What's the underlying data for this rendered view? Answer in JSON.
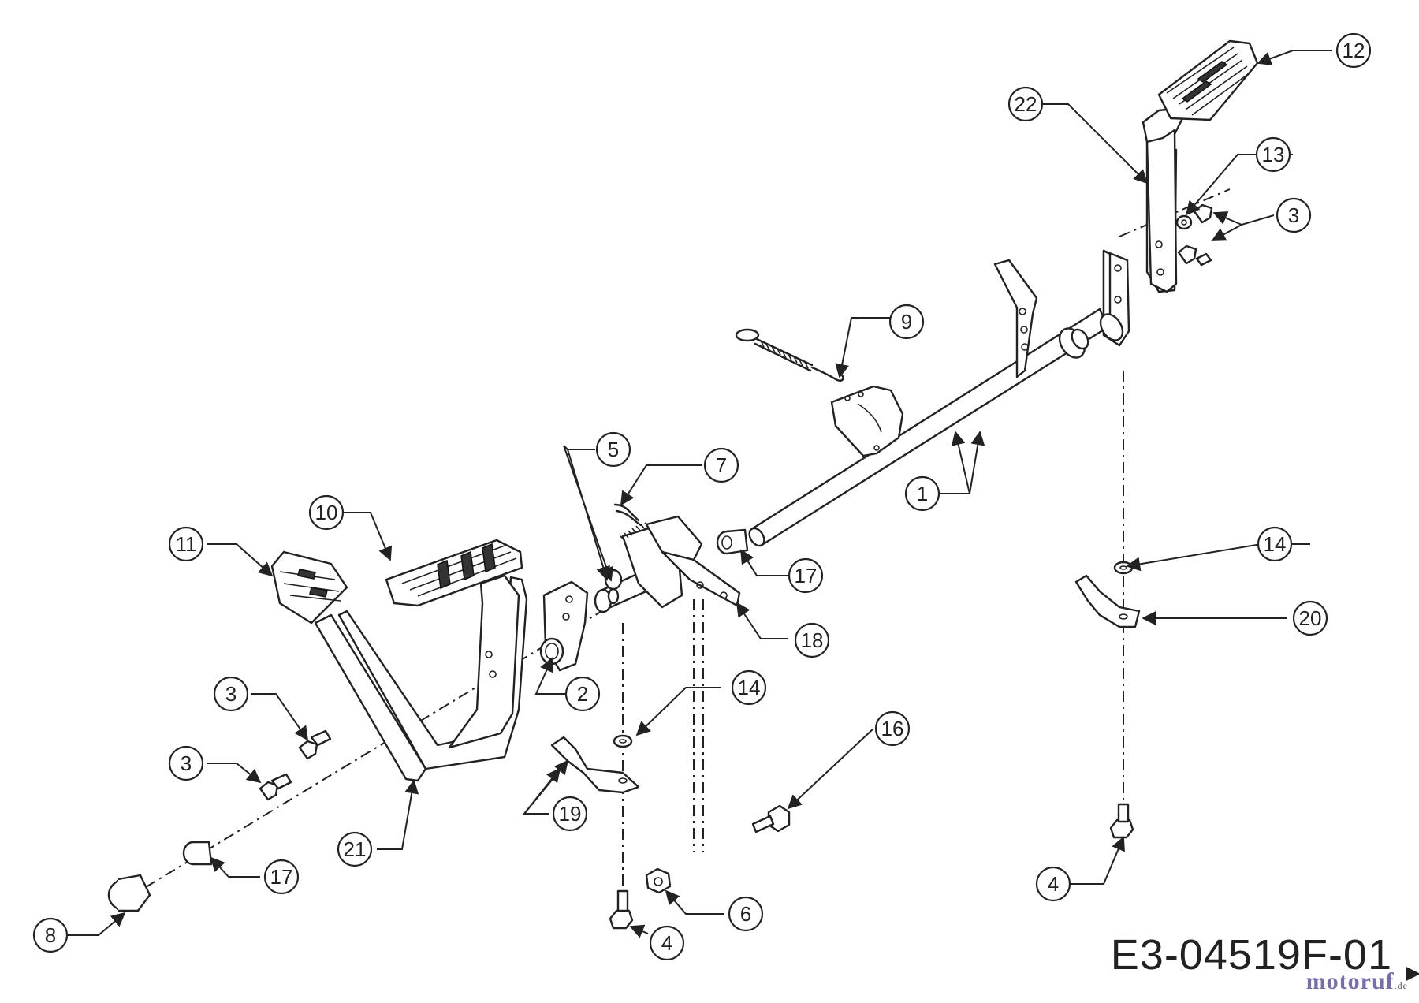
{
  "diagram": {
    "drawing_number": "E3-04519F-01",
    "watermark": "motoruf",
    "watermark_suffix": ".de",
    "callouts": [
      {
        "id": "c1",
        "label": "1"
      },
      {
        "id": "c2",
        "label": "2"
      },
      {
        "id": "c3a",
        "label": "3"
      },
      {
        "id": "c3b",
        "label": "3"
      },
      {
        "id": "c3c",
        "label": "3"
      },
      {
        "id": "c4a",
        "label": "4"
      },
      {
        "id": "c4b",
        "label": "4"
      },
      {
        "id": "c5",
        "label": "5"
      },
      {
        "id": "c6",
        "label": "6"
      },
      {
        "id": "c7",
        "label": "7"
      },
      {
        "id": "c8",
        "label": "8"
      },
      {
        "id": "c9",
        "label": "9"
      },
      {
        "id": "c10",
        "label": "10"
      },
      {
        "id": "c11",
        "label": "11"
      },
      {
        "id": "c12",
        "label": "12"
      },
      {
        "id": "c13",
        "label": "13"
      },
      {
        "id": "c14a",
        "label": "14"
      },
      {
        "id": "c14b",
        "label": "14"
      },
      {
        "id": "c16",
        "label": "16"
      },
      {
        "id": "c17a",
        "label": "17"
      },
      {
        "id": "c17b",
        "label": "17"
      },
      {
        "id": "c18",
        "label": "18"
      },
      {
        "id": "c19",
        "label": "19"
      },
      {
        "id": "c20",
        "label": "20"
      },
      {
        "id": "c21",
        "label": "21"
      },
      {
        "id": "c22",
        "label": "22"
      }
    ]
  }
}
